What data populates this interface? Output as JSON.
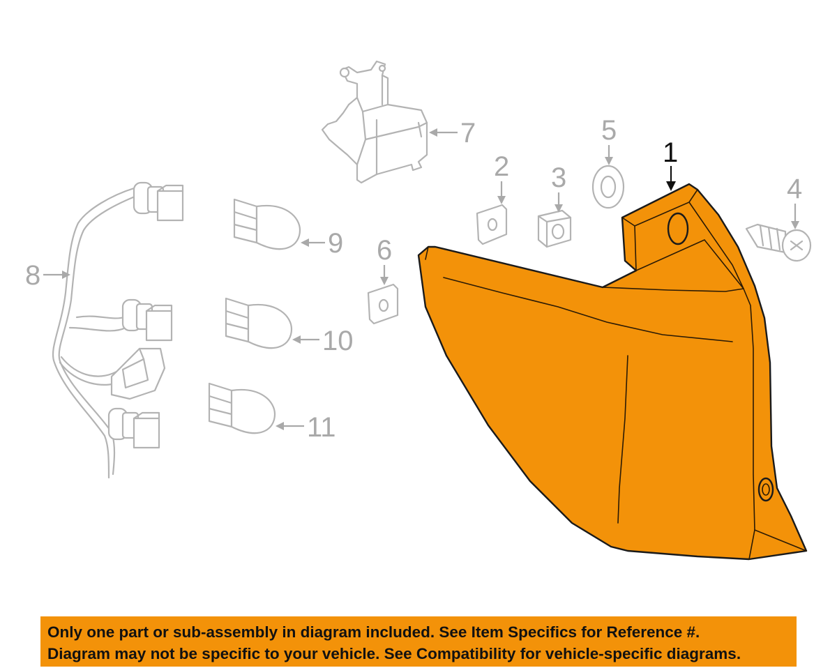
{
  "callouts": {
    "c1": "1",
    "c2": "2",
    "c3": "3",
    "c4": "4",
    "c5": "5",
    "c6": "6",
    "c7": "7",
    "c8": "8",
    "c9": "9",
    "c10": "10",
    "c11": "11"
  },
  "disclaimer": {
    "line1": "Only one part or sub-assembly in diagram included. See Item Specifics for Reference #.",
    "line2": "Diagram may not be specific to your vehicle. See Compatibility for vehicle-specific diagrams."
  },
  "colors": {
    "highlight": "#f39209",
    "ghost": "#b3b3b3",
    "outline": "#1a1a1a"
  }
}
